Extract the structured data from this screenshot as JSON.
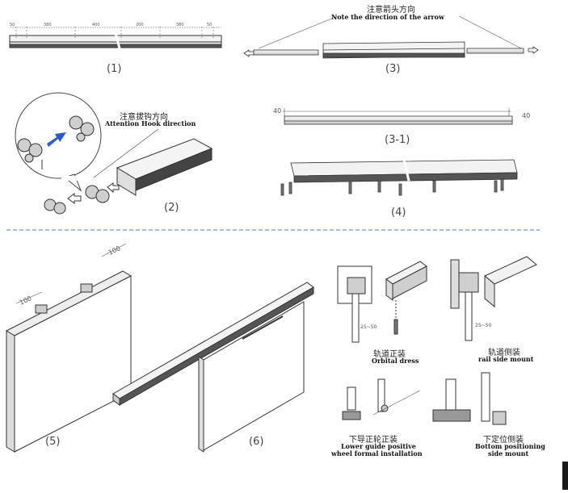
{
  "step_labels": {
    "s1": "(1)",
    "s2": "(2)",
    "s3": "(3)",
    "s3_1": "(3-1)",
    "s4": "(4)",
    "s5": "(5)",
    "s6": "(6)"
  },
  "arrow_note": {
    "cn": "注意箭头方向",
    "en": "Note the direction of the arrow"
  },
  "hook_note": {
    "cn": "注意拔钩方向",
    "en": "Attention Hook direction"
  },
  "rail_dims": [
    "50",
    "380",
    "400",
    "200",
    "380",
    "50"
  ],
  "rail_end_dims": [
    "40",
    "40"
  ],
  "door_dims": [
    "100",
    "100"
  ],
  "gap_dims": [
    "25~50",
    "25~50"
  ],
  "captions": {
    "orbital": {
      "cn": "轨道正装",
      "en": "Orbital dress"
    },
    "side": {
      "cn": "轨道侧装",
      "en": "rail side mount"
    },
    "guide": {
      "cn": "下导正轮正装",
      "en1": "Lower guide positive",
      "en2": "wheel formal installation"
    },
    "bottom": {
      "cn": "下定位侧装",
      "en1": "Bottom positioning",
      "en2": "side mount"
    }
  },
  "colors": {
    "line": "#333333",
    "fill": "#f4f4f4",
    "dash": "#4a78c8",
    "arrow": "#2a5cc8"
  }
}
